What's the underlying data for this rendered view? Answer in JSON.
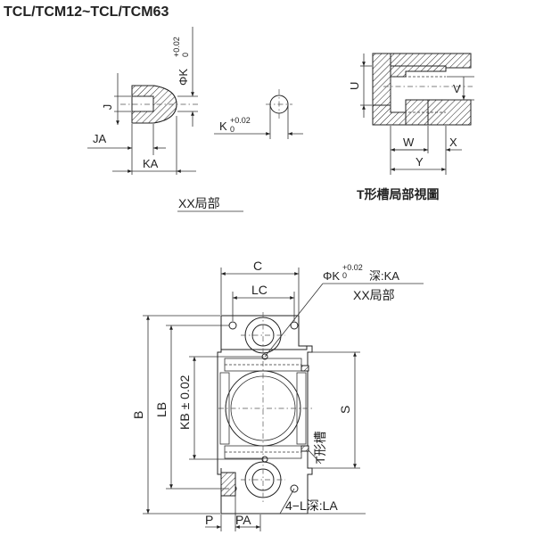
{
  "title": "TCL/TCM12~TCL/TCM63",
  "detail_xx": {
    "caption": "XX局部",
    "dim_phi_k": "ΦK",
    "dim_phi_k_tol_upper": "+0.02",
    "dim_phi_k_tol_lower": "0",
    "dim_j": "J",
    "dim_ja": "JA",
    "dim_ka": "KA",
    "dim_k": "K",
    "dim_k_tol_upper": "+0.02",
    "dim_k_tol_lower": "0"
  },
  "detail_tslot": {
    "caption": "T形槽局部視圖",
    "dim_u": "U",
    "dim_v": "V",
    "dim_w": "W",
    "dim_x": "X",
    "dim_y": "Y"
  },
  "main_view": {
    "dim_c": "C",
    "dim_lc": "LC",
    "dim_b": "B",
    "dim_lb": "LB",
    "dim_kb": "KB ± 0.02",
    "dim_s": "S",
    "dim_p": "P",
    "dim_pa": "PA",
    "callout_hole": "ΦK",
    "callout_hole_tol_upper": "+0.02",
    "callout_hole_tol_lower": "0",
    "callout_hole_depth": "深:KA",
    "callout_xx": "XX局部",
    "callout_tslot": "T形槽",
    "callout_tapped": "4−L深:LA"
  }
}
